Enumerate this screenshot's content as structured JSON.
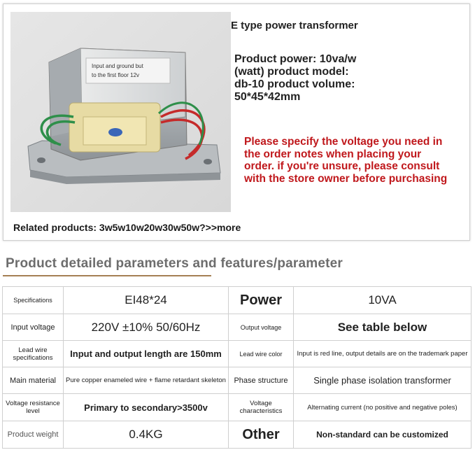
{
  "product": {
    "title": "E type power transformer",
    "spec_lines": [
      "Product power: 10va/w",
      "(watt) product model:",
      "db-10 product volume:",
      "50*45*42mm"
    ],
    "notice_lines": [
      "Please specify the voltage you need in",
      "the order notes when placing your",
      "order. if you're unsure, please consult",
      "with the store owner before purchasing"
    ],
    "notice_color": "#c0181c",
    "related": "Related products: 3w5w10w20w30w50w?>>more",
    "photo": {
      "label_lines": [
        "Input and ground but",
        "to the first floor 12v"
      ]
    }
  },
  "section": {
    "heading": "Product detailed parameters and features/parameter",
    "underline_color": "#a57f53"
  },
  "params": [
    [
      "Specifications",
      "EI48*24",
      "Power",
      "10VA"
    ],
    [
      "Input voltage",
      "220V ±10%  50/60Hz",
      "Output voltage",
      "See table below"
    ],
    [
      "Lead wire specifications",
      "Input and output length are 150mm",
      "Lead wire color",
      "Input is red line, output details are on the trademark paper"
    ],
    [
      "Main material",
      "Pure copper enameled wire + flame retardant skeleton",
      "Phase structure",
      "Single phase isolation transformer"
    ],
    [
      "Voltage resistance level",
      "Primary to secondary>3500v",
      "Voltage characteristics",
      "Alternating current (no positive and negative poles)"
    ],
    [
      "Product weight",
      "0.4KG",
      "Other",
      "Non-standard can be customized"
    ]
  ]
}
